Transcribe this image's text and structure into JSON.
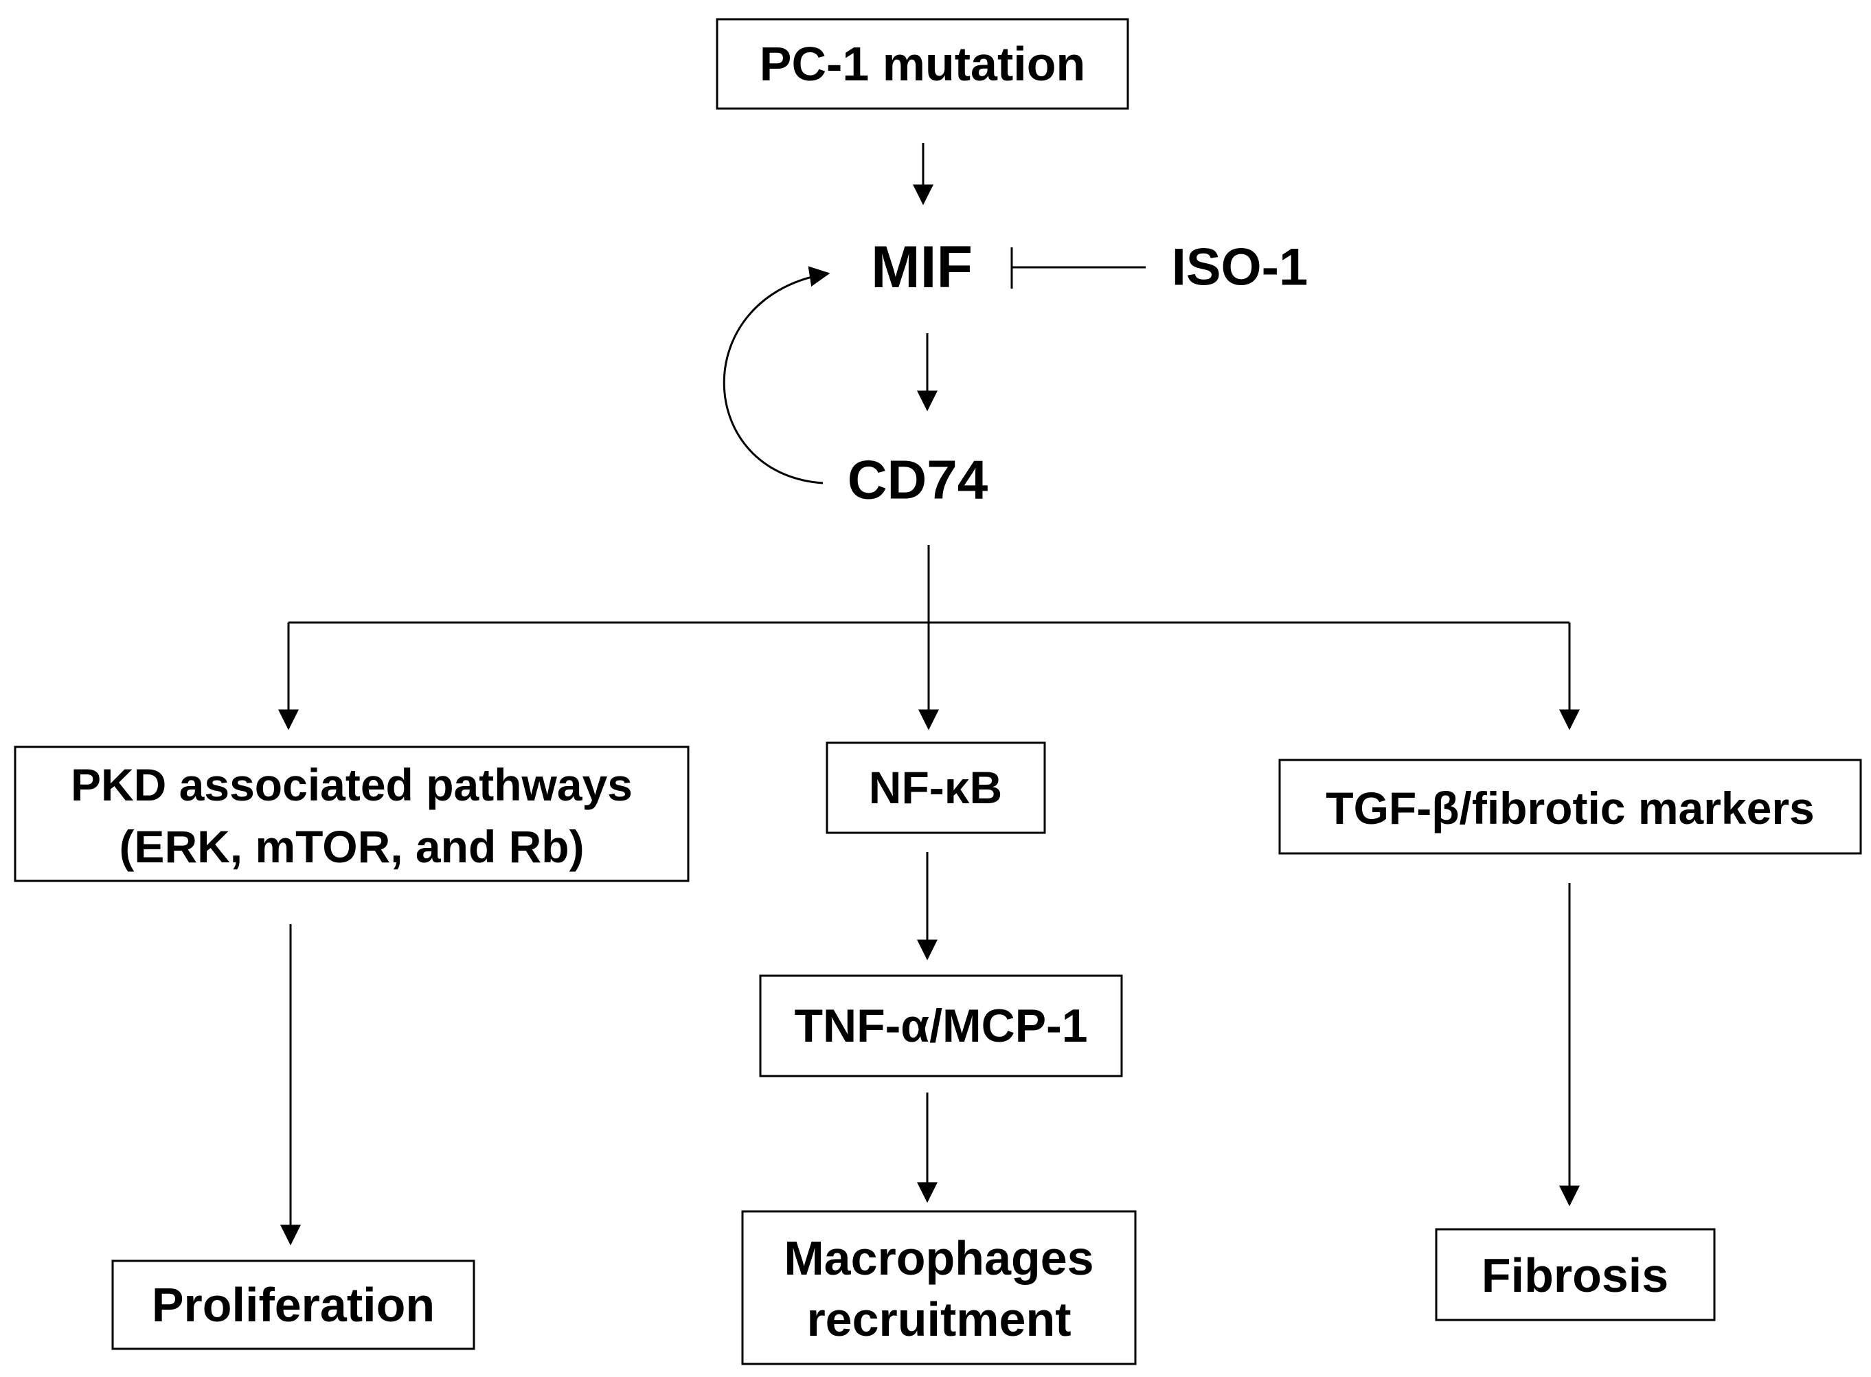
{
  "nodes": {
    "pc1": "PC-1 mutation",
    "mif": "MIF",
    "iso1": "ISO-1",
    "cd74": "CD74",
    "pkd_line1": "PKD associated pathways",
    "pkd_line2": "(ERK, mTOR, and Rb)",
    "nfkb": "NF-κB",
    "tgf": "TGF-β/fibrotic markers",
    "tnf": "TNF-α/MCP-1",
    "proliferation": "Proliferation",
    "macro_line1": "Macrophages",
    "macro_line2": "recruitment",
    "fibrosis": "Fibrosis"
  },
  "colors": {
    "line": "#000000",
    "text": "#000000",
    "background": "#ffffff"
  }
}
